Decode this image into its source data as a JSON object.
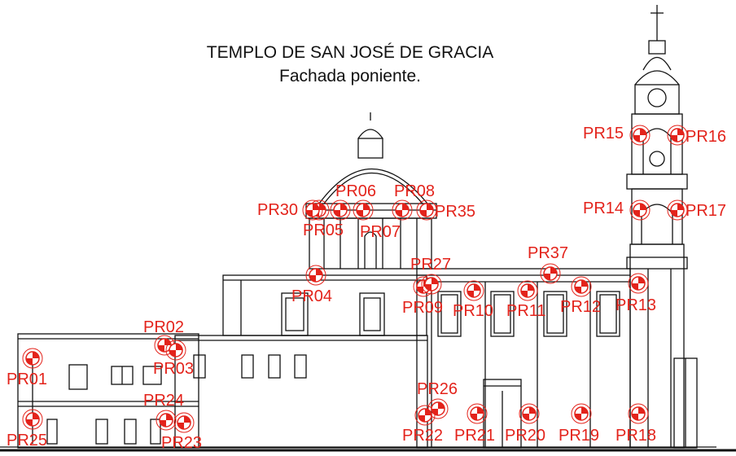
{
  "title": "TEMPLO DE SAN JOSÉ DE GRACIA",
  "subtitle": "Fachada poniente.",
  "colors": {
    "marker": "#e3231b",
    "line": "#111111",
    "background": "#ffffff"
  },
  "markers": [
    {
      "id": "PR01",
      "label": "PR01"
    },
    {
      "id": "PR02",
      "label": "PR02"
    },
    {
      "id": "PR03",
      "label": "PR03"
    },
    {
      "id": "PR04",
      "label": "PR04"
    },
    {
      "id": "PR05",
      "label": "PR05"
    },
    {
      "id": "PR06",
      "label": "PR06"
    },
    {
      "id": "PR07",
      "label": "PR07"
    },
    {
      "id": "PR08",
      "label": "PR08"
    },
    {
      "id": "PR09",
      "label": "PR09"
    },
    {
      "id": "PR10",
      "label": "PR10"
    },
    {
      "id": "PR11",
      "label": "PR11"
    },
    {
      "id": "PR12",
      "label": "PR12"
    },
    {
      "id": "PR13",
      "label": "PR13"
    },
    {
      "id": "PR14",
      "label": "PR14"
    },
    {
      "id": "PR15",
      "label": "PR15"
    },
    {
      "id": "PR16",
      "label": "PR16"
    },
    {
      "id": "PR17",
      "label": "PR17"
    },
    {
      "id": "PR18",
      "label": "PR18"
    },
    {
      "id": "PR19",
      "label": "PR19"
    },
    {
      "id": "PR20",
      "label": "PR20"
    },
    {
      "id": "PR21",
      "label": "PR21"
    },
    {
      "id": "PR22",
      "label": "PR22"
    },
    {
      "id": "PR23",
      "label": "PR23"
    },
    {
      "id": "PR24",
      "label": "PR24"
    },
    {
      "id": "PR25",
      "label": "PR25"
    },
    {
      "id": "PR26",
      "label": "PR26"
    },
    {
      "id": "PR27",
      "label": "PR27"
    },
    {
      "id": "PR30",
      "label": "PR30"
    },
    {
      "id": "PR35",
      "label": "PR35"
    },
    {
      "id": "PR37",
      "label": "PR37"
    }
  ]
}
